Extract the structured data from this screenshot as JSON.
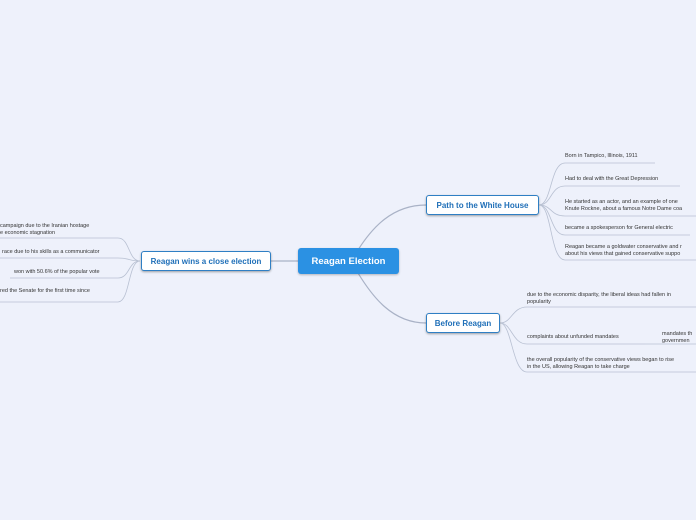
{
  "root": {
    "label": "Reagan Election"
  },
  "right_top": {
    "label": "Path to the White House",
    "leaves": [
      "Born in Tampico, Illinois, 1911",
      "Had to deal with the Great Depression",
      "He started as an actor, and an example of one",
      "Knute Rockne, about a famous Notre Dame coa",
      "became a spokesperson for General electric",
      "Reagan became a goldwater conservative and r",
      "about his views that gained conservative suppo"
    ]
  },
  "right_bottom": {
    "label": "Before Reagan",
    "leaves": [
      "due to the economic disparity, the liberal ideas had fallen in",
      "popularity",
      "complaints about unfunded mandates",
      "mandates th",
      "governmen",
      "the overall popularity of the conservative views began to rise",
      "in the US, allowing Reagan to take charge"
    ]
  },
  "left": {
    "label": "Reagan wins a close election",
    "leaves": [
      "campaign due to the Iranian hostage",
      "e economic stagnation",
      "race due to his skills as a communicator",
      "won with 50.6% of the popular vote",
      "red the Senate for the first time since"
    ]
  },
  "colors": {
    "background": "#eef1fb",
    "accent": "#2b91e3",
    "line": "#a9b2c6"
  }
}
